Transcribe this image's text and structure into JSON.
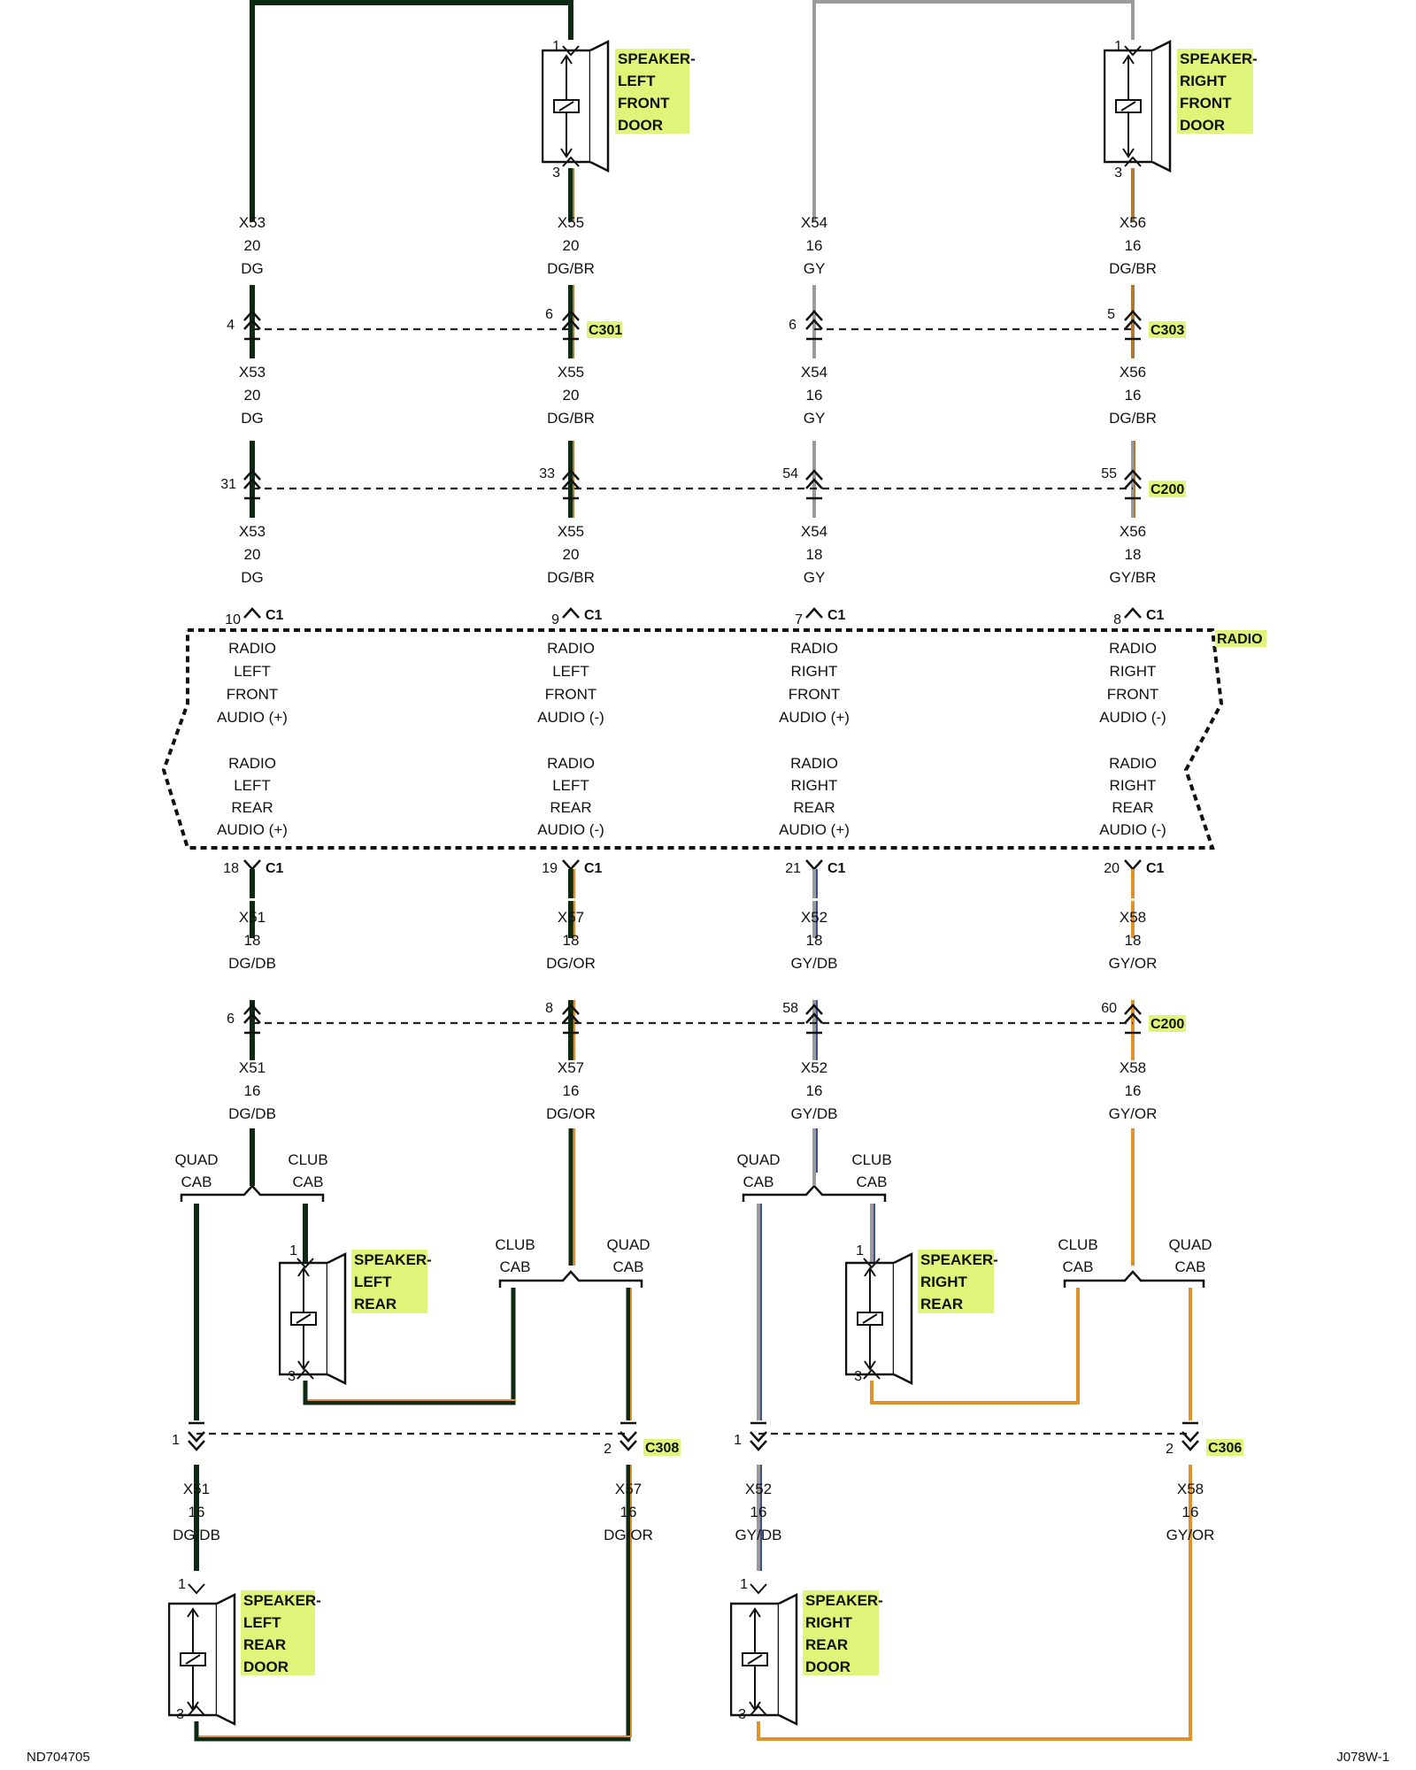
{
  "colors": {
    "dg": "#0e2a14",
    "gy": "#9a9a9a",
    "br": "#b07a35",
    "or": "#e0922a",
    "db": "#3d4f93",
    "highlight": "#dff57a"
  },
  "icons": [
    "speaker-icon",
    "splice-fork-icon",
    "connector-pin-icon"
  ],
  "speakers": {
    "left_front_door": [
      "SPEAKER-",
      "LEFT",
      "FRONT",
      "DOOR"
    ],
    "right_front_door": [
      "SPEAKER-",
      "RIGHT",
      "FRONT",
      "DOOR"
    ],
    "left_rear": [
      "SPEAKER-",
      "LEFT",
      "REAR"
    ],
    "right_rear": [
      "SPEAKER-",
      "RIGHT",
      "REAR"
    ],
    "left_rear_door": [
      "SPEAKER-",
      "LEFT",
      "REAR",
      "DOOR"
    ],
    "right_rear_door": [
      "SPEAKER-",
      "RIGHT",
      "REAR",
      "DOOR"
    ]
  },
  "speaker_pins": {
    "lfd_top": "1",
    "lfd_bottom": "3",
    "rfd_top": "1",
    "rfd_bottom": "3",
    "lr_top": "1",
    "lr_bottom": "3",
    "rr_top": "1",
    "rr_bottom": "3",
    "lrd_top": "1",
    "lrd_bottom": "3",
    "rrd_top": "1",
    "rrd_bottom": "3"
  },
  "wires": {
    "a1": [
      "X53",
      "20",
      "DG"
    ],
    "a2": [
      "X53",
      "20",
      "DG"
    ],
    "a3": [
      "X53",
      "20",
      "DG"
    ],
    "b1": [
      "X55",
      "20",
      "DG/BR"
    ],
    "b2": [
      "X55",
      "20",
      "DG/BR"
    ],
    "b3": [
      "X55",
      "20",
      "DG/BR"
    ],
    "c1": [
      "X54",
      "16",
      "GY"
    ],
    "c2": [
      "X54",
      "16",
      "GY"
    ],
    "c3": [
      "X54",
      "18",
      "GY"
    ],
    "d1": [
      "X56",
      "16",
      "DG/BR"
    ],
    "d2": [
      "X56",
      "16",
      "DG/BR"
    ],
    "d3": [
      "X56",
      "18",
      "GY/BR"
    ],
    "a4": [
      "X51",
      "18",
      "DG/DB"
    ],
    "a5": [
      "X51",
      "16",
      "DG/DB"
    ],
    "b4": [
      "X57",
      "18",
      "DG/OR"
    ],
    "b5": [
      "X57",
      "16",
      "DG/OR"
    ],
    "c4": [
      "X52",
      "18",
      "GY/DB"
    ],
    "c5": [
      "X52",
      "16",
      "GY/DB"
    ],
    "d4": [
      "X58",
      "18",
      "GY/OR"
    ],
    "d5": [
      "X58",
      "16",
      "GY/OR"
    ],
    "e1": [
      "X51",
      "16",
      "DG/DB"
    ],
    "f1": [
      "X57",
      "16",
      "DG/OR"
    ],
    "g1": [
      "X52",
      "16",
      "GY/DB"
    ],
    "h1": [
      "X58",
      "16",
      "GY/OR"
    ]
  },
  "connectors": {
    "c301": "C301",
    "c303": "C303",
    "c200_upper": "C200",
    "c200_lower": "C200",
    "c308": "C308",
    "c306": "C306",
    "c1": "C1"
  },
  "pins": {
    "c301_a": "4",
    "c301_b": "6",
    "c303_c": "6",
    "c303_d": "5",
    "c200u_a": "31",
    "c200u_b": "33",
    "c200u_c": "54",
    "c200u_d": "55",
    "radio_top_a": "10",
    "radio_top_b": "9",
    "radio_top_c": "7",
    "radio_top_d": "8",
    "radio_bot_a": "18",
    "radio_bot_b": "19",
    "radio_bot_c": "21",
    "radio_bot_d": "20",
    "c200l_a": "6",
    "c200l_b": "8",
    "c200l_c": "58",
    "c200l_d": "60",
    "c308_left": "1",
    "c308_right": "2",
    "c306_left": "1",
    "c306_right": "2"
  },
  "radio": {
    "name": "RADIO",
    "upper": [
      [
        "RADIO",
        "LEFT",
        "FRONT",
        "AUDIO (+)"
      ],
      [
        "RADIO",
        "LEFT",
        "FRONT",
        "AUDIO (-)"
      ],
      [
        "RADIO",
        "RIGHT",
        "FRONT",
        "AUDIO (+)"
      ],
      [
        "RADIO",
        "RIGHT",
        "FRONT",
        "AUDIO (-)"
      ]
    ],
    "lower": [
      [
        "RADIO",
        "LEFT",
        "REAR",
        "AUDIO (+)"
      ],
      [
        "RADIO",
        "LEFT",
        "REAR",
        "AUDIO (-)"
      ],
      [
        "RADIO",
        "RIGHT",
        "REAR",
        "AUDIO (+)"
      ],
      [
        "RADIO",
        "RIGHT",
        "REAR",
        "AUDIO (-)"
      ]
    ]
  },
  "splits": {
    "a": [
      "QUAD",
      "CAB",
      "CLUB",
      "CAB"
    ],
    "b": [
      "CLUB",
      "CAB",
      "QUAD",
      "CAB"
    ],
    "c": [
      "QUAD",
      "CAB",
      "CLUB",
      "CAB"
    ],
    "d": [
      "CLUB",
      "CAB",
      "QUAD",
      "CAB"
    ]
  },
  "footer": {
    "left_id": "ND704705",
    "right_id": "J078W-1"
  }
}
